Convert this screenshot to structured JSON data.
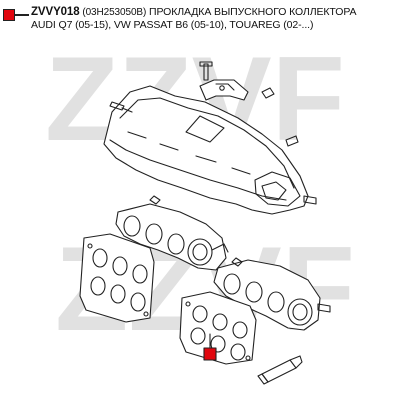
{
  "header": {
    "code": "ZVVY018",
    "oem": "(03H253050B)",
    "description": "ПРОКЛАДКА ВЫПУСКНОГО КОЛЛЕКТОРА",
    "applicability": "AUDI Q7 (05-15), VW PASSAT B6 (05-10), TOUAREG (02-...)"
  },
  "watermark": {
    "text": "ZZVF"
  },
  "colors": {
    "marker": "#e1060e",
    "outline": "#222222",
    "watermark": "#d9d9d9"
  }
}
